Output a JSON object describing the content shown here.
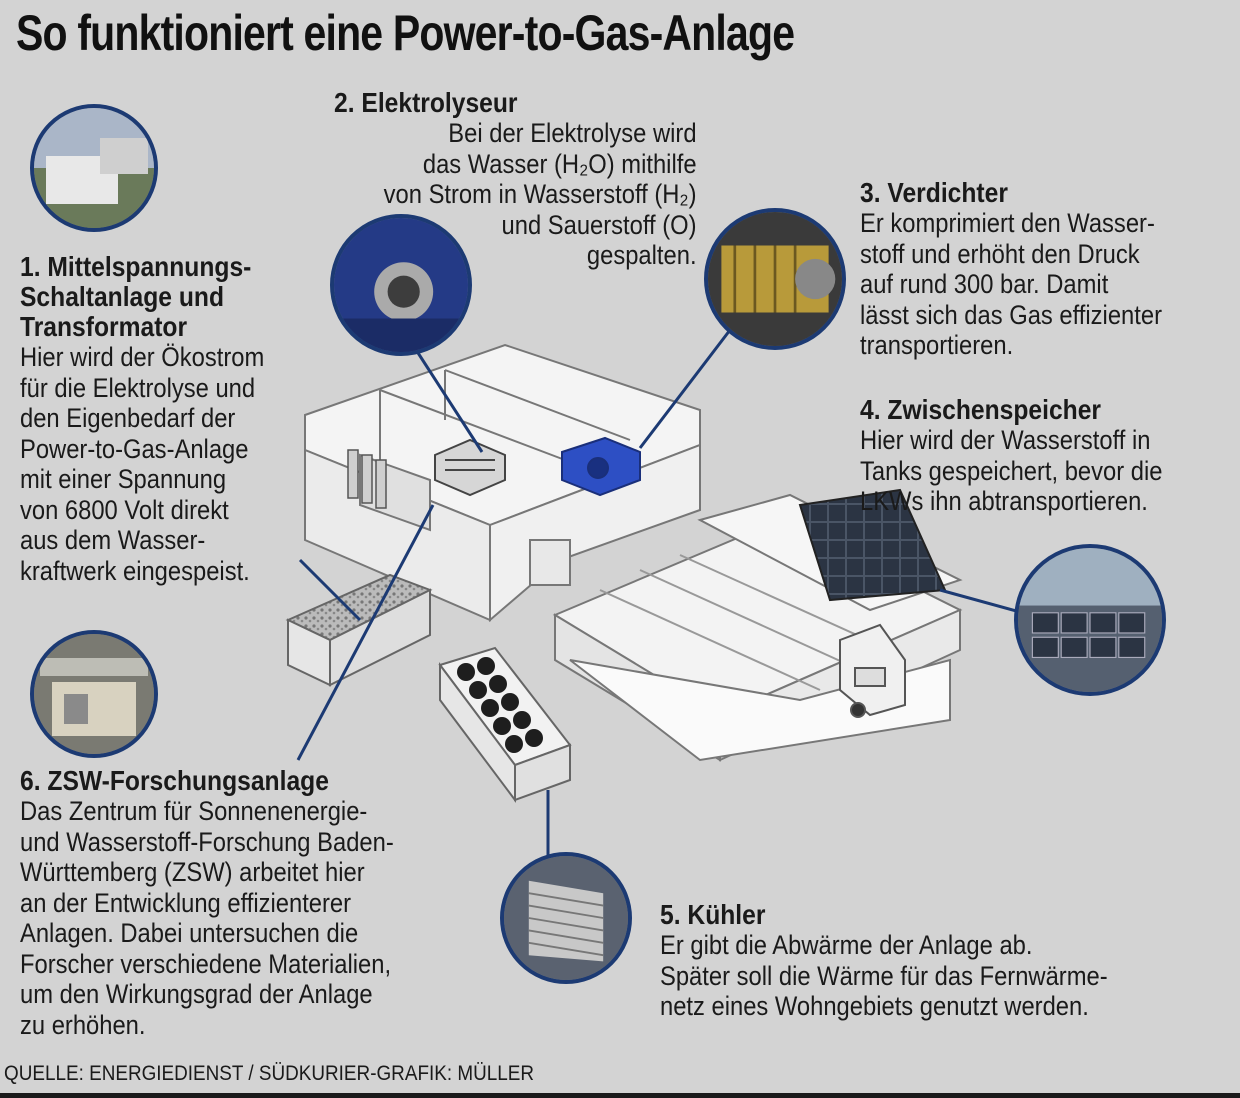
{
  "title": "So funktioniert eine Power-to-Gas-Anlage",
  "colors": {
    "background": "#d3d3d3",
    "leader_line": "#1c3a73",
    "accent_blue": "#1f3fa8",
    "text": "#1a1a1a"
  },
  "steps": [
    {
      "heading": "1. Mittelspannungs-\nSchaltanlage und\nTransformator",
      "text": "Hier wird der Ökostrom\nfür die Elektrolyse und\nden Eigenbedarf der\nPower-to-Gas-Anlage\nmit einer Spannung\nvon 6800 Volt direkt\naus dem Wasser-\nkraftwerk eingespeist.",
      "photo_icon": "switchgear-container-photo"
    },
    {
      "heading": "2. Elektrolyseur",
      "text": "Bei der Elektrolyse wird\ndas Wasser (H₂O) mithilfe\nvon Strom in Wasserstoff (H₂)\nund Sauerstoff (O)\ngespalten.",
      "photo_icon": "electrolyzer-photo"
    },
    {
      "heading": "3. Verdichter",
      "text": "Er komprimiert den Wasser-\nstoff und erhöht den Druck\nauf rund 300 bar. Damit\nlässt sich das Gas effizienter\ntransportieren.",
      "photo_icon": "compressor-photo"
    },
    {
      "heading": "4. Zwischenspeicher",
      "text": "Hier wird der Wasserstoff in\nTanks gespeichert, bevor die\nLKWs ihn abtransportieren.",
      "photo_icon": "storage-tanks-photo"
    },
    {
      "heading": "5. Kühler",
      "text": "Er gibt die Abwärme der Anlage ab.\nSpäter soll die Wärme für das Fernwärme-\nnetz eines Wohngebiets genutzt werden.",
      "photo_icon": "cooler-photo"
    },
    {
      "heading": "6. ZSW-Forschungsanlage",
      "text": "Das Zentrum für Sonnenenergie-\nund Wasserstoff-Forschung Baden-\nWürttemberg (ZSW) arbeitet hier\nan der Entwicklung effizienterer\nAnlagen. Dabei untersuchen die\nForscher verschiedene Materialien,\num den Wirkungsgrad der Anlage\nzu erhöhen.",
      "photo_icon": "research-facility-photo"
    }
  ],
  "source": "QUELLE: ENERGIEDIENST / SÜDKURIER-GRAFIK: MÜLLER"
}
